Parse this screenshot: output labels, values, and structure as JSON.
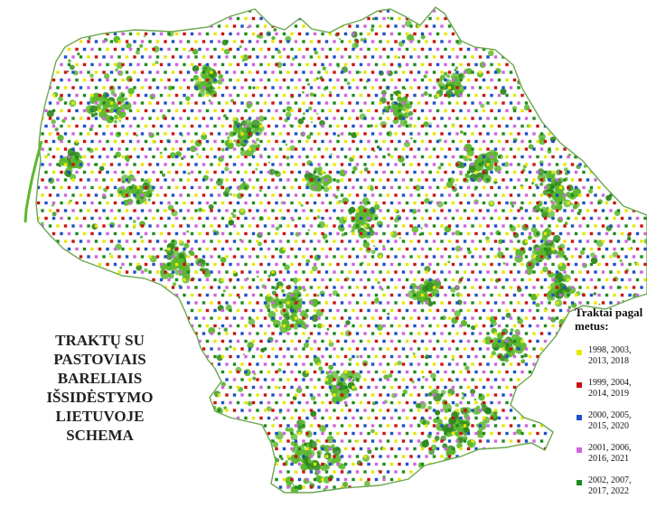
{
  "title_lines": [
    "TRAKTŲ SU",
    "PASTOVIAIS",
    "BARELIAIS",
    "IŠSIDĖSTYMO",
    "LIETUVOJE",
    "SCHEMA"
  ],
  "legend": {
    "title_lines": [
      "Traktai pagal",
      "metus:"
    ],
    "items": [
      {
        "line1": "1998, 2003,",
        "line2": "2013, 2018",
        "color": "#e8e800"
      },
      {
        "line1": "1999, 2004,",
        "line2": "2014, 2019",
        "color": "#cc1111"
      },
      {
        "line1": "2000, 2005,",
        "line2": "2015, 2020",
        "color": "#1f4fc8"
      },
      {
        "line1": "2001, 2006,",
        "line2": "2016, 2021",
        "color": "#cc66dd"
      },
      {
        "line1": "2002, 2007,",
        "line2": "2017, 2022",
        "color": "#1e8a1e"
      }
    ]
  },
  "colors": {
    "forest": "#5cb82e",
    "forest_dark": "#2f8a1e",
    "border": "#6aa84f"
  }
}
